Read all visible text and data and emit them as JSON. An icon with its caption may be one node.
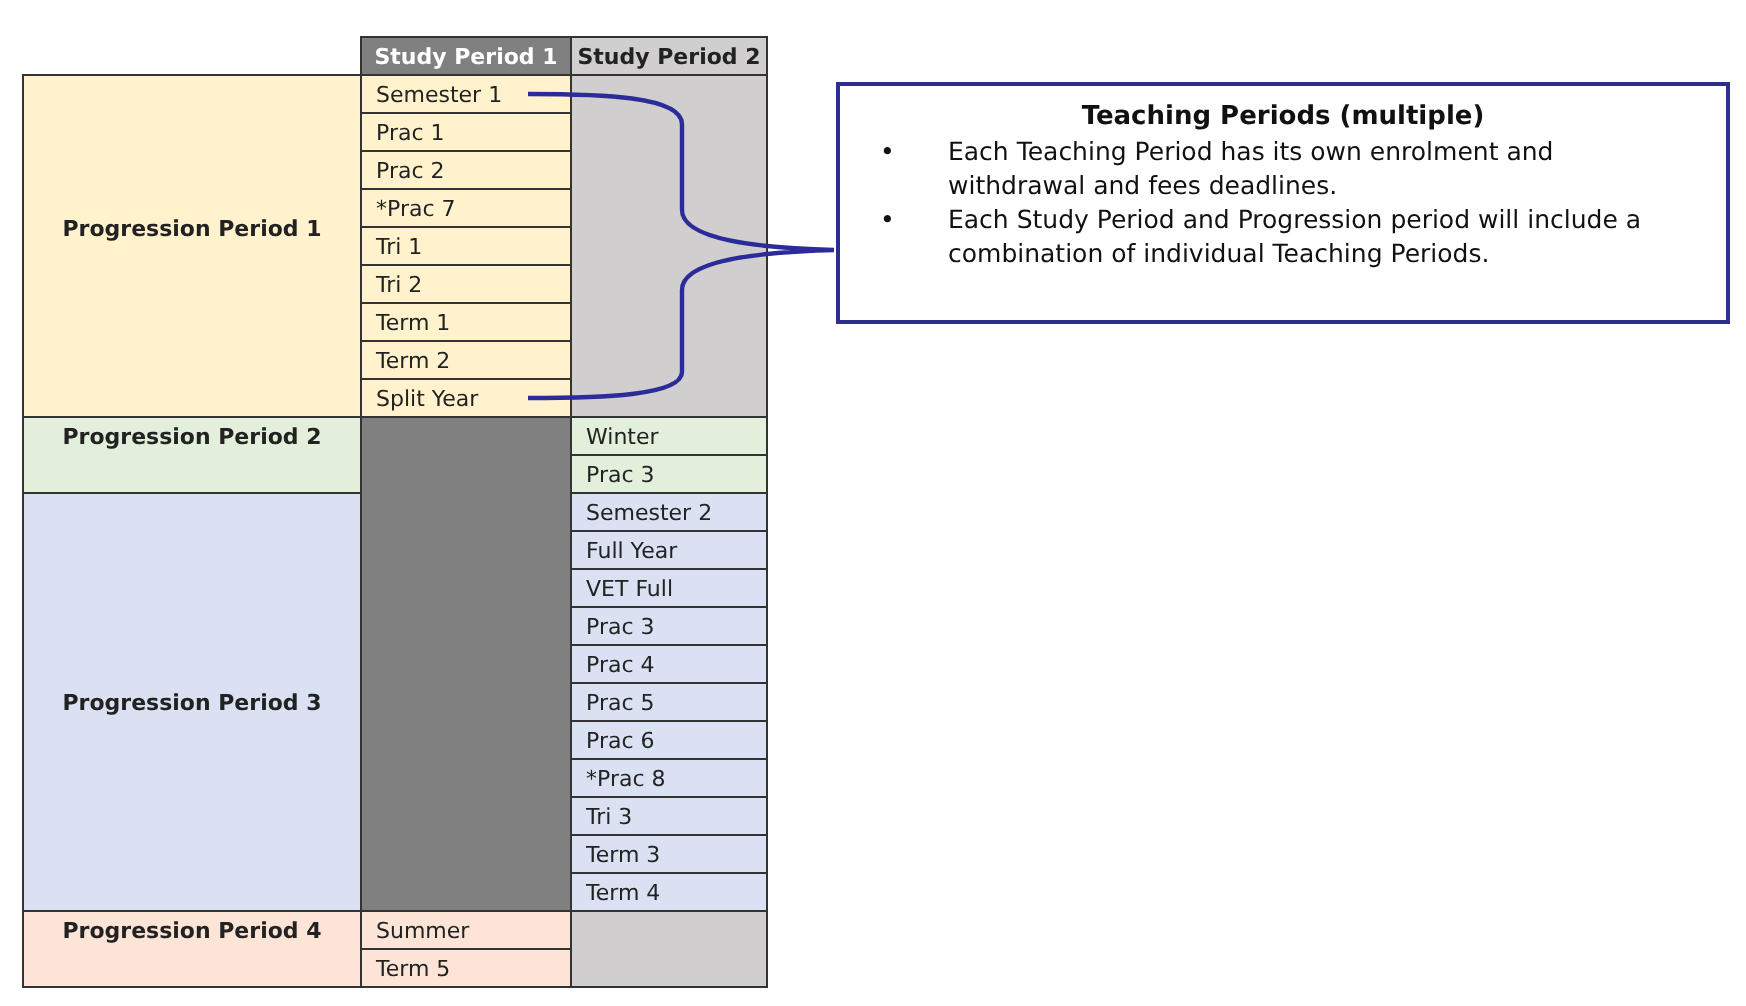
{
  "diagram": {
    "nodes": [
      {
        "text": [
          "Teaching Periods (multiple)",
          "•",
          "Each Teaching Period has its own enrolment and withdrawal and fees deadlines.",
          "•",
          "Each Study Period and Progression period will include a combination of individual Teaching Periods."
        ]
      }
    ],
    "edges": [],
    "labels": [
      "Study Period 1",
      "Study Period 2",
      "Progression Period 1",
      "Semester 1",
      "Prac 1",
      "Prac 2",
      "*Prac 7",
      "Tri 1",
      "Tri 2",
      "Term 1",
      "Term 2",
      "Split Year",
      "Progression Period 2",
      "Winter",
      "Prac 3",
      "Progression Period 3",
      "Semester 2",
      "Full Year",
      "VET Full",
      "Prac 3",
      "Prac 4",
      "Prac 5",
      "Prac 6",
      "*Prac 8",
      "Tri 3",
      "Term 3",
      "Term 4",
      "Progression Period 4",
      "Summer",
      "Term 5"
    ]
  }
}
